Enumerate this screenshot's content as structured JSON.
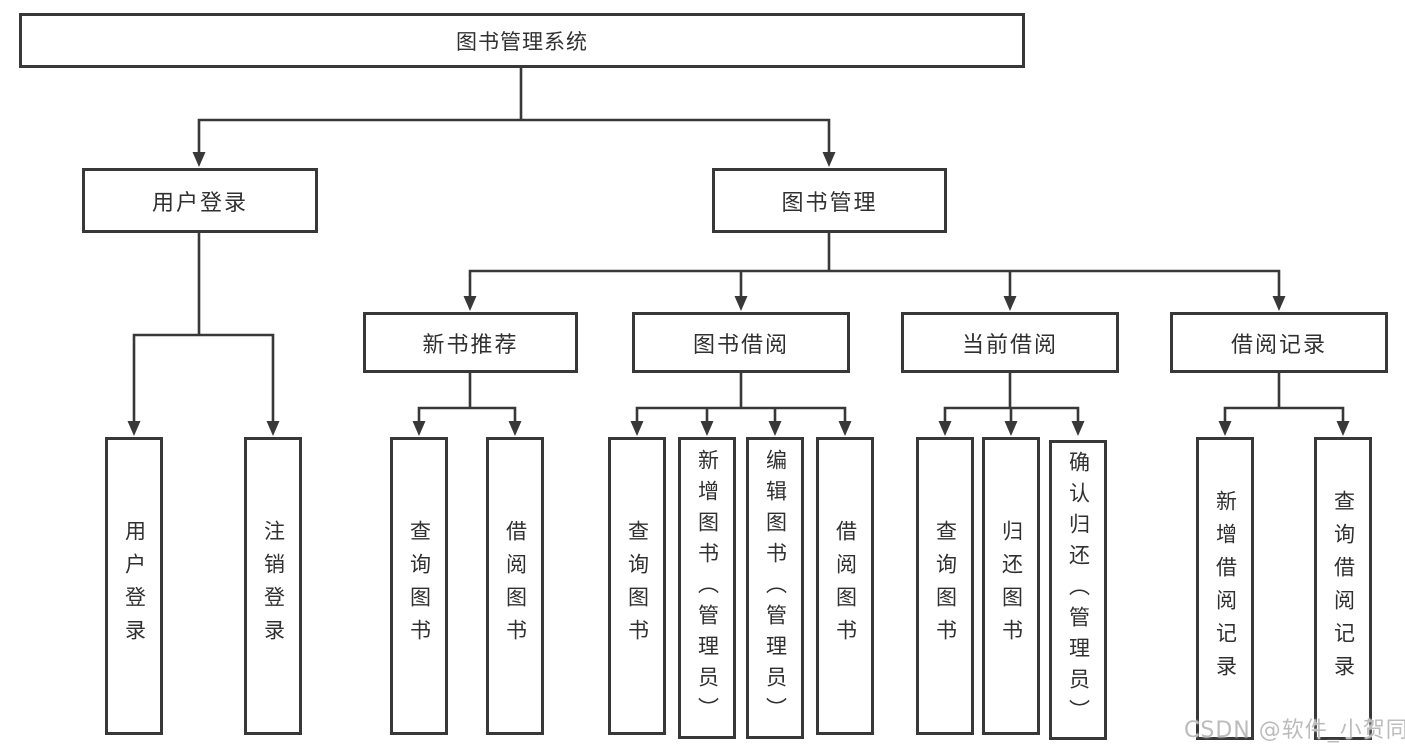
{
  "diagram": {
    "root": "图书管理系统",
    "level2": [
      {
        "label": "用户登录",
        "children": [
          "用户登录",
          "注销登录"
        ]
      },
      {
        "label": "图书管理",
        "children": [
          {
            "label": "新书推荐",
            "children": [
              "查询图书",
              "借阅图书"
            ]
          },
          {
            "label": "图书借阅",
            "children": [
              "查询图书",
              "新增图书（管理员）",
              "编辑图书（管理员）",
              "借阅图书"
            ]
          },
          {
            "label": "当前借阅",
            "children": [
              "查询图书",
              "归还图书",
              "确认归还（管理员）"
            ]
          },
          {
            "label": "借阅记录",
            "children": [
              "新增借阅记录",
              "查询借阅记录"
            ]
          }
        ]
      }
    ]
  },
  "watermark": "CSDN @软件_小贺同学",
  "colors": {
    "line": "#383838",
    "box_fill": "#ffffff",
    "text": "#303030",
    "watermark": "#bcbcbc"
  }
}
